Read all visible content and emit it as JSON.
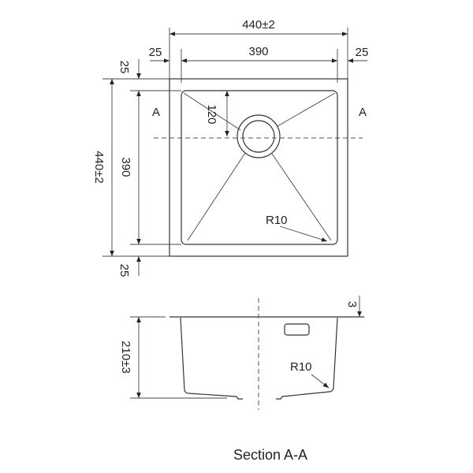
{
  "top_view": {
    "overall_width": "440±2",
    "inner_width": "390",
    "left_flange": "25",
    "right_flange": "25",
    "overall_depth": "440±2",
    "inner_depth": "390",
    "top_flange": "25",
    "bottom_flange": "25",
    "drain_offset": "120",
    "corner_radius": "R10",
    "section_mark_left": "A",
    "section_mark_right": "A"
  },
  "section_view": {
    "height": "210±3",
    "flange_thickness": "3",
    "corner_radius": "R10",
    "title": "Section A-A"
  }
}
